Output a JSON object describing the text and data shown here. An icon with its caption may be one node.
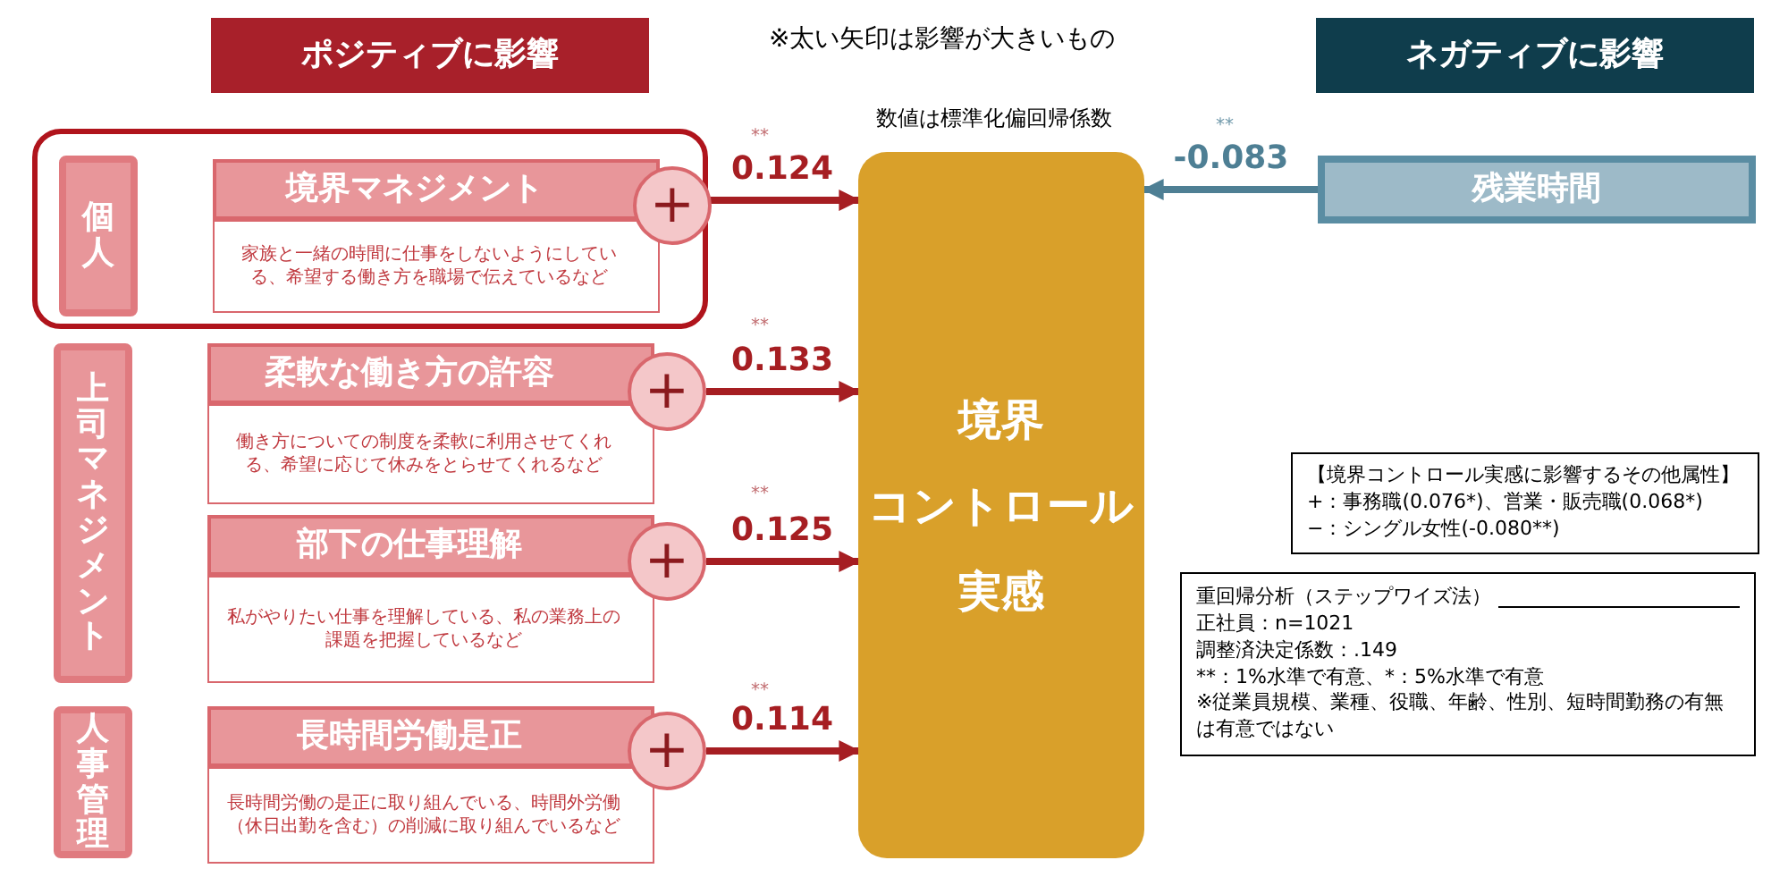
{
  "diagram": {
    "nodes": [
      {
        "text": [
          "ポジティブに影響"
        ]
      },
      {
        "text": [
          "ネガティブに影響"
        ]
      },
      {
        "text": [],
        "shape": "box"
      },
      {
        "text": [
          "個人"
        ],
        "in": 2
      },
      {
        "text": [
          "境界マネジメント",
          "家族と一緒の時間に仕事をしないようにしている、希望する働き方を職場で伝えているなど"
        ],
        "in": 2
      },
      {
        "text": [
          "+"
        ],
        "in": 2
      },
      {
        "text": [
          "上司マネジメント"
        ]
      },
      {
        "text": [
          "柔軟な働き方の許容",
          "働き方についての制度を柔軟に利用させてくれる、希望に応じて休みをとらせてくれるなど"
        ]
      },
      {
        "text": [
          "+"
        ]
      },
      {
        "text": [
          "部下の仕事理解",
          "私がやりたい仕事を理解している、私の業務上の課題を把握しているなど"
        ]
      },
      {
        "text": [
          "+"
        ]
      },
      {
        "text": [
          "人事管理"
        ]
      },
      {
        "text": [
          "長時間労働是正",
          "長時間労働の是正に取り組んでいる、時間外労働（休日出勤を含む）の削減に取り組んでいるなど"
        ]
      },
      {
        "text": [
          "+"
        ]
      },
      {
        "text": [
          "境界",
          "コントロール",
          "実感"
        ]
      },
      {
        "text": [
          "残業時間"
        ]
      },
      {
        "text": [
          "【境界コントロール実感に影響するその他属性】",
          "+：事務職(0.076*)、営業・販売職(0.068*)",
          "−：シングル女性(-0.080**)"
        ]
      },
      {
        "text": [
          "重回帰分析（ステップワイズ法）",
          "正社員：n=1021",
          "調整済決定係数：.149",
          "**：1%水準で有意、*：5%水準で有意",
          "※従業員規模、業種、役職、年齢、性別、短時間勤務の有無は有意ではない"
        ]
      }
    ],
    "edges": [
      {
        "from": 5,
        "to": 14,
        "arrow": "to",
        "label": "0.124"
      },
      {
        "from": 8,
        "to": 14,
        "arrow": "to",
        "label": "0.133"
      },
      {
        "from": 10,
        "to": 14,
        "arrow": "to",
        "label": "0.125"
      },
      {
        "from": 13,
        "to": 14,
        "arrow": "to",
        "label": "0.114"
      },
      {
        "from": 15,
        "to": 14,
        "arrow": "to",
        "label": "-0.083",
        "color": "#4e7f94"
      }
    ],
    "labels": [
      "※太い矢印は影響が大きいもの",
      "数値は標準化偏回帰係数",
      "**",
      "**",
      "**",
      "**",
      "**"
    ]
  }
}
